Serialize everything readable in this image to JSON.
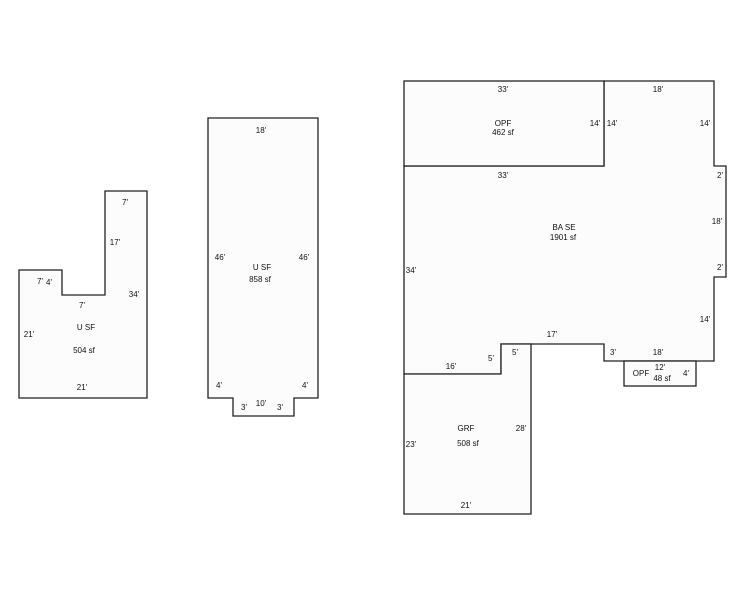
{
  "sketch": {
    "usf_left": {
      "name": "U SF",
      "area": "504 sf",
      "dims": [
        "7'",
        "17'",
        "34'",
        "7'",
        "4'",
        "7'",
        "21'",
        "21'"
      ]
    },
    "usf_middle": {
      "name": "U SF",
      "area": "858 sf",
      "dims": [
        "18'",
        "46'",
        "46'",
        "4'",
        "4'",
        "3'",
        "10'",
        "3'"
      ]
    },
    "opf_top": {
      "name": "OPF",
      "area": "462 sf",
      "dims": [
        "33'",
        "14'",
        "33'"
      ]
    },
    "base": {
      "name": "BA SE",
      "area": "1901 sf",
      "dims": [
        "18'",
        "14'",
        "14'",
        "2'",
        "18'",
        "2'",
        "14'",
        "18'",
        "3'",
        "17'",
        "5'",
        "16'",
        "34'"
      ]
    },
    "grf": {
      "name": "GRF",
      "area": "508 sf",
      "dims": [
        "5'",
        "28'",
        "23'",
        "21'"
      ]
    },
    "opf_small": {
      "name": "OPF",
      "area": "48 sf",
      "dims": [
        "12'",
        "4'"
      ]
    }
  }
}
